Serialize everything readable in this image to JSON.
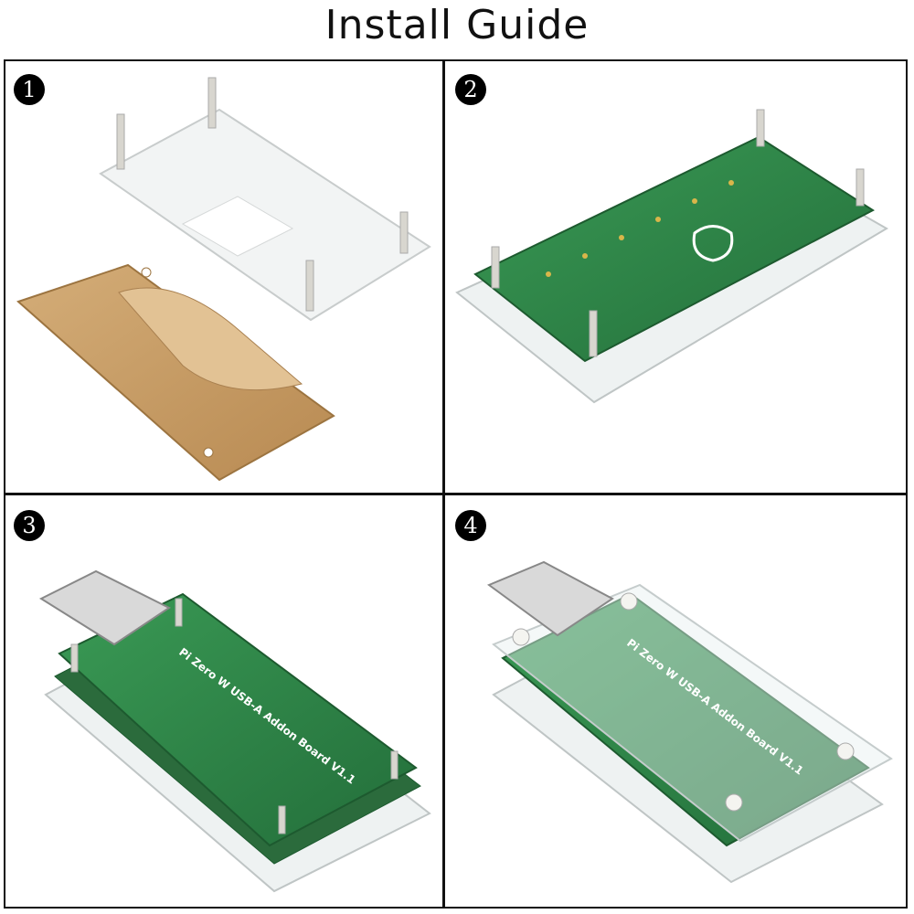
{
  "title": "Install Guide",
  "steps": [
    {
      "number": "1",
      "icon": "acrylic-case-parts"
    },
    {
      "number": "2",
      "icon": "pi-zero-in-case"
    },
    {
      "number": "3",
      "icon": "usb-addon-board-mounted"
    },
    {
      "number": "4",
      "icon": "top-cover-installed"
    }
  ],
  "board_label": "Pi Zero W USB-A Addon Board V1.1",
  "colors": {
    "pcb": "#2f8a4a",
    "acrylic_film": "#c9a06a",
    "border": "#111111"
  }
}
